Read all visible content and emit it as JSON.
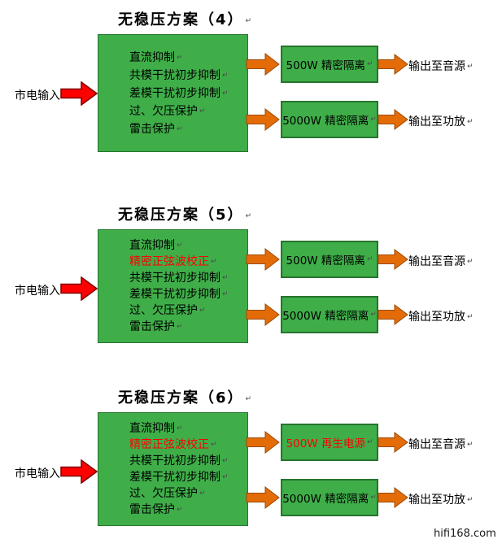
{
  "page": {
    "watermark": "hifi168.com"
  },
  "marks": {
    "return": "↵"
  },
  "colors": {
    "box_green": "#3fae49",
    "box_border": "#27742f",
    "arrow_orange": "#e36c09",
    "arrow_orange_border": "#9c4a06",
    "arrow_red": "#ff0000",
    "arrow_red_border": "#7f0000"
  },
  "sections": [
    {
      "title": "无稳压方案（4）",
      "input_label": "市电输入",
      "features": [
        {
          "text": "直流抑制",
          "color": "#000000"
        },
        {
          "text": "共模干扰初步抑制",
          "color": "#000000"
        },
        {
          "text": "差模干扰初步抑制",
          "color": "#000000"
        },
        {
          "text": "过、欠压保护",
          "color": "#000000"
        },
        {
          "text": "雷击保护",
          "color": "#000000"
        }
      ],
      "branches": [
        {
          "box_label": "500W 精密隔离",
          "box_label_color": "#000000",
          "output_label": "输出至音源"
        },
        {
          "box_label": "5000W 精密隔离",
          "box_label_color": "#000000",
          "output_label": "输出至功放"
        }
      ]
    },
    {
      "title": "无稳压方案（5）",
      "input_label": "市电输入",
      "features": [
        {
          "text": "直流抑制",
          "color": "#000000"
        },
        {
          "text": "精密正弦波校正",
          "color": "#ff0000"
        },
        {
          "text": "共模干扰初步抑制",
          "color": "#000000"
        },
        {
          "text": "差模干扰初步抑制",
          "color": "#000000"
        },
        {
          "text": "过、欠压保护",
          "color": "#000000"
        },
        {
          "text": "雷击保护",
          "color": "#000000"
        }
      ],
      "branches": [
        {
          "box_label": "500W 精密隔离",
          "box_label_color": "#000000",
          "output_label": "输出至音源"
        },
        {
          "box_label": "5000W 精密隔离",
          "box_label_color": "#000000",
          "output_label": "输出至功放"
        }
      ]
    },
    {
      "title": "无稳压方案（6）",
      "input_label": "市电输入",
      "features": [
        {
          "text": "直流抑制",
          "color": "#000000"
        },
        {
          "text": "精密正弦波校正",
          "color": "#ff0000"
        },
        {
          "text": "共模干扰初步抑制",
          "color": "#000000"
        },
        {
          "text": "差模干扰初步抑制",
          "color": "#000000"
        },
        {
          "text": "过、欠压保护",
          "color": "#000000"
        },
        {
          "text": "雷击保护",
          "color": "#000000"
        }
      ],
      "branches": [
        {
          "box_label": "500W 再生电源",
          "box_label_color": "#ff0000",
          "output_label": "输出至音源"
        },
        {
          "box_label": "5000W 精密隔离",
          "box_label_color": "#000000",
          "output_label": "输出至功放"
        }
      ]
    }
  ]
}
